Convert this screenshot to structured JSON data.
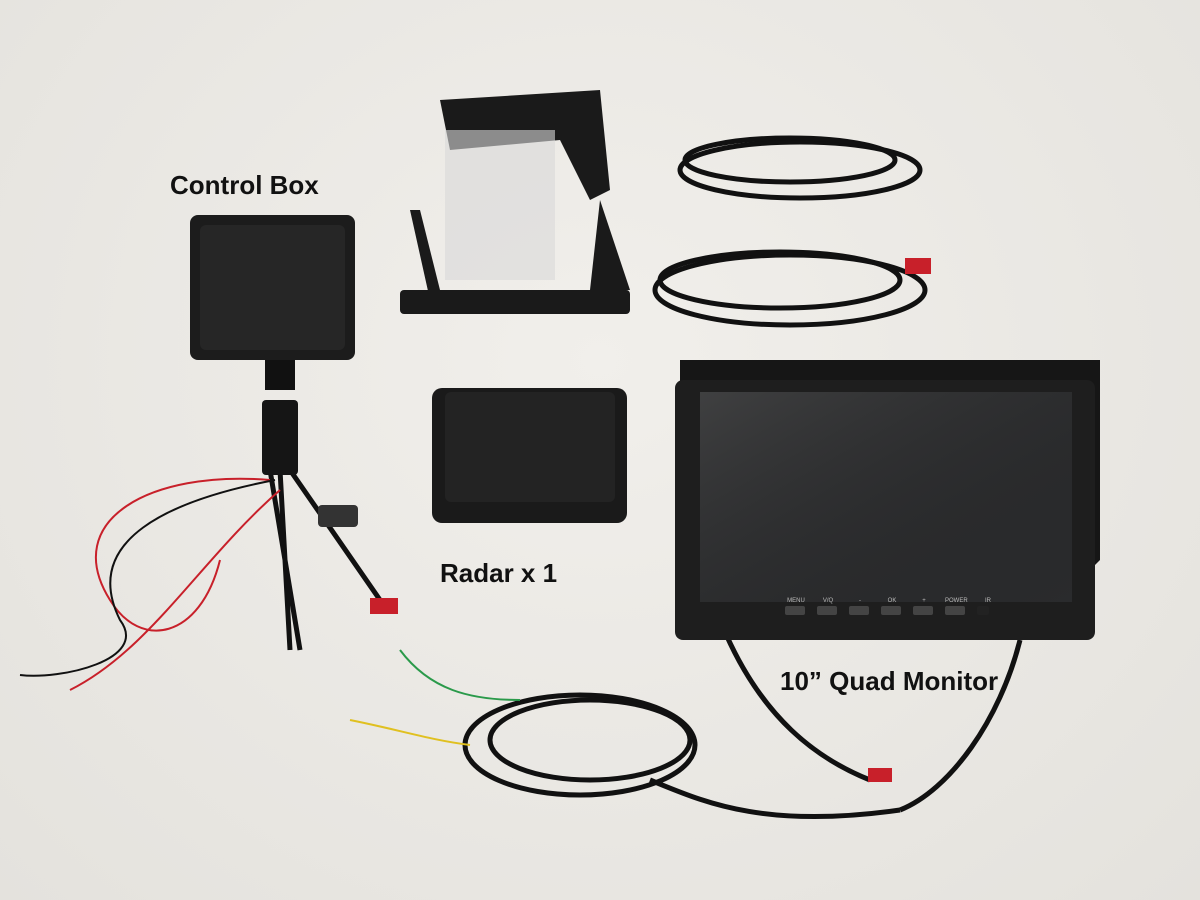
{
  "labels": {
    "control_box": "Control Box",
    "radar": "Radar x 1",
    "monitor": "10”  Quad Monitor"
  },
  "monitor_buttons": [
    "MENU",
    "V/Q",
    "-",
    "OK",
    "+",
    "POWER",
    "IR"
  ]
}
